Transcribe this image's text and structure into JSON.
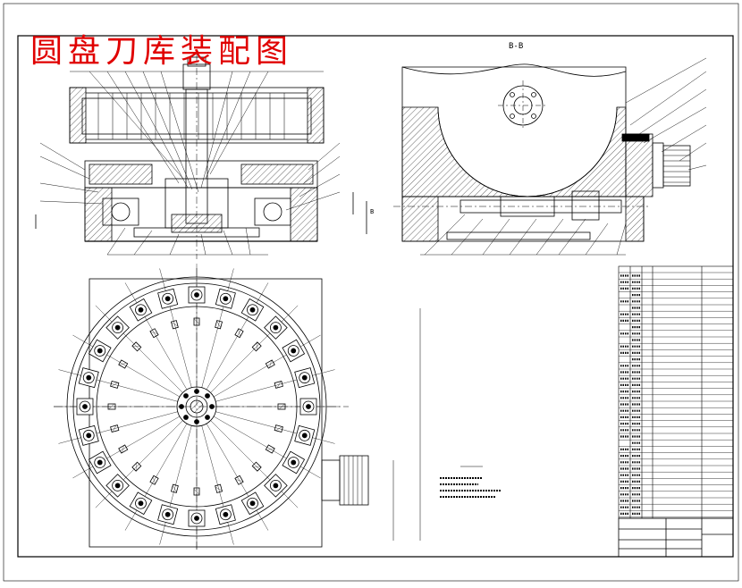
{
  "drawing": {
    "title": "圆盘刀库装配图",
    "section_label": "B-B",
    "dimension_b": "B",
    "colors": {
      "title": "#e00000",
      "line": "#000000",
      "hatch": "#000000",
      "paper": "#ffffff"
    }
  }
}
